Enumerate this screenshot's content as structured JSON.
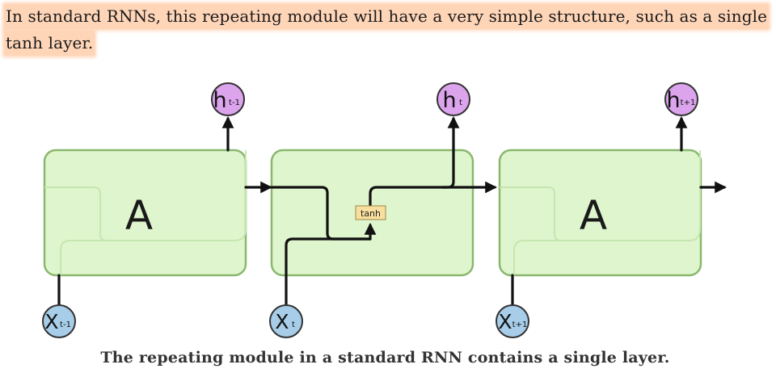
{
  "paragraph": {
    "text": "In standard RNNs, this repeating module will have a very simple structure, such as a single tanh layer."
  },
  "diagram": {
    "modules": [
      {
        "label": "A",
        "input": "X",
        "input_sub": "t-1",
        "output": "h",
        "output_sub": "t-1"
      },
      {
        "label": "",
        "input": "X",
        "input_sub": "t",
        "output": "h",
        "output_sub": "t",
        "layer": "tanh"
      },
      {
        "label": "A",
        "input": "X",
        "input_sub": "t+1",
        "output": "h",
        "output_sub": "t+1"
      }
    ],
    "colors": {
      "module_fill": "#dff5cd",
      "module_stroke": "#8ab76e",
      "output_node": "#dba4ec",
      "input_node": "#a7cde9",
      "layer_fill": "#f8df9e"
    }
  },
  "caption": {
    "text": "The repeating module in a standard RNN contains a single layer."
  }
}
